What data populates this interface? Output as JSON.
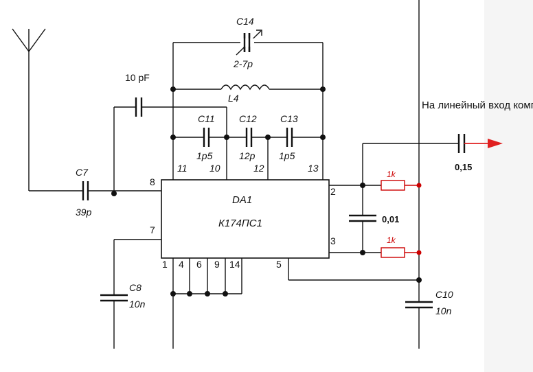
{
  "chip": {
    "ref": "DA1",
    "part": "К174ПС1"
  },
  "pins": {
    "p8": "8",
    "p7": "7",
    "p1": "1",
    "p4": "4",
    "p6": "6",
    "p9": "9",
    "p14": "14",
    "p5": "5",
    "p2": "2",
    "p3": "3",
    "p11": "11",
    "p10": "10",
    "p12": "12",
    "p13": "13"
  },
  "components": {
    "c14": {
      "ref": "C14",
      "value": "2-7p"
    },
    "l4": {
      "ref": "L4"
    },
    "c_in": {
      "value": "10 pF"
    },
    "c11": {
      "ref": "C11",
      "value": "1p5"
    },
    "c12": {
      "ref": "C12",
      "value": "12p"
    },
    "c13": {
      "ref": "C13",
      "value": "1p5"
    },
    "c7": {
      "ref": "C7",
      "value": "39p"
    },
    "c8": {
      "ref": "C8",
      "value": "10n"
    },
    "c10": {
      "ref": "C10",
      "value": "10n"
    },
    "c_mid": {
      "value": "0,01"
    },
    "r1": {
      "value": "1k"
    },
    "r2": {
      "value": "1k"
    },
    "c_out": {
      "value": "0,15"
    }
  },
  "output": {
    "label": "На линейный вход компа",
    "arrow_color": "#e02020"
  },
  "colors": {
    "wire": "#111111",
    "resistor": "#cc0000",
    "node_red": "#cc0000"
  }
}
